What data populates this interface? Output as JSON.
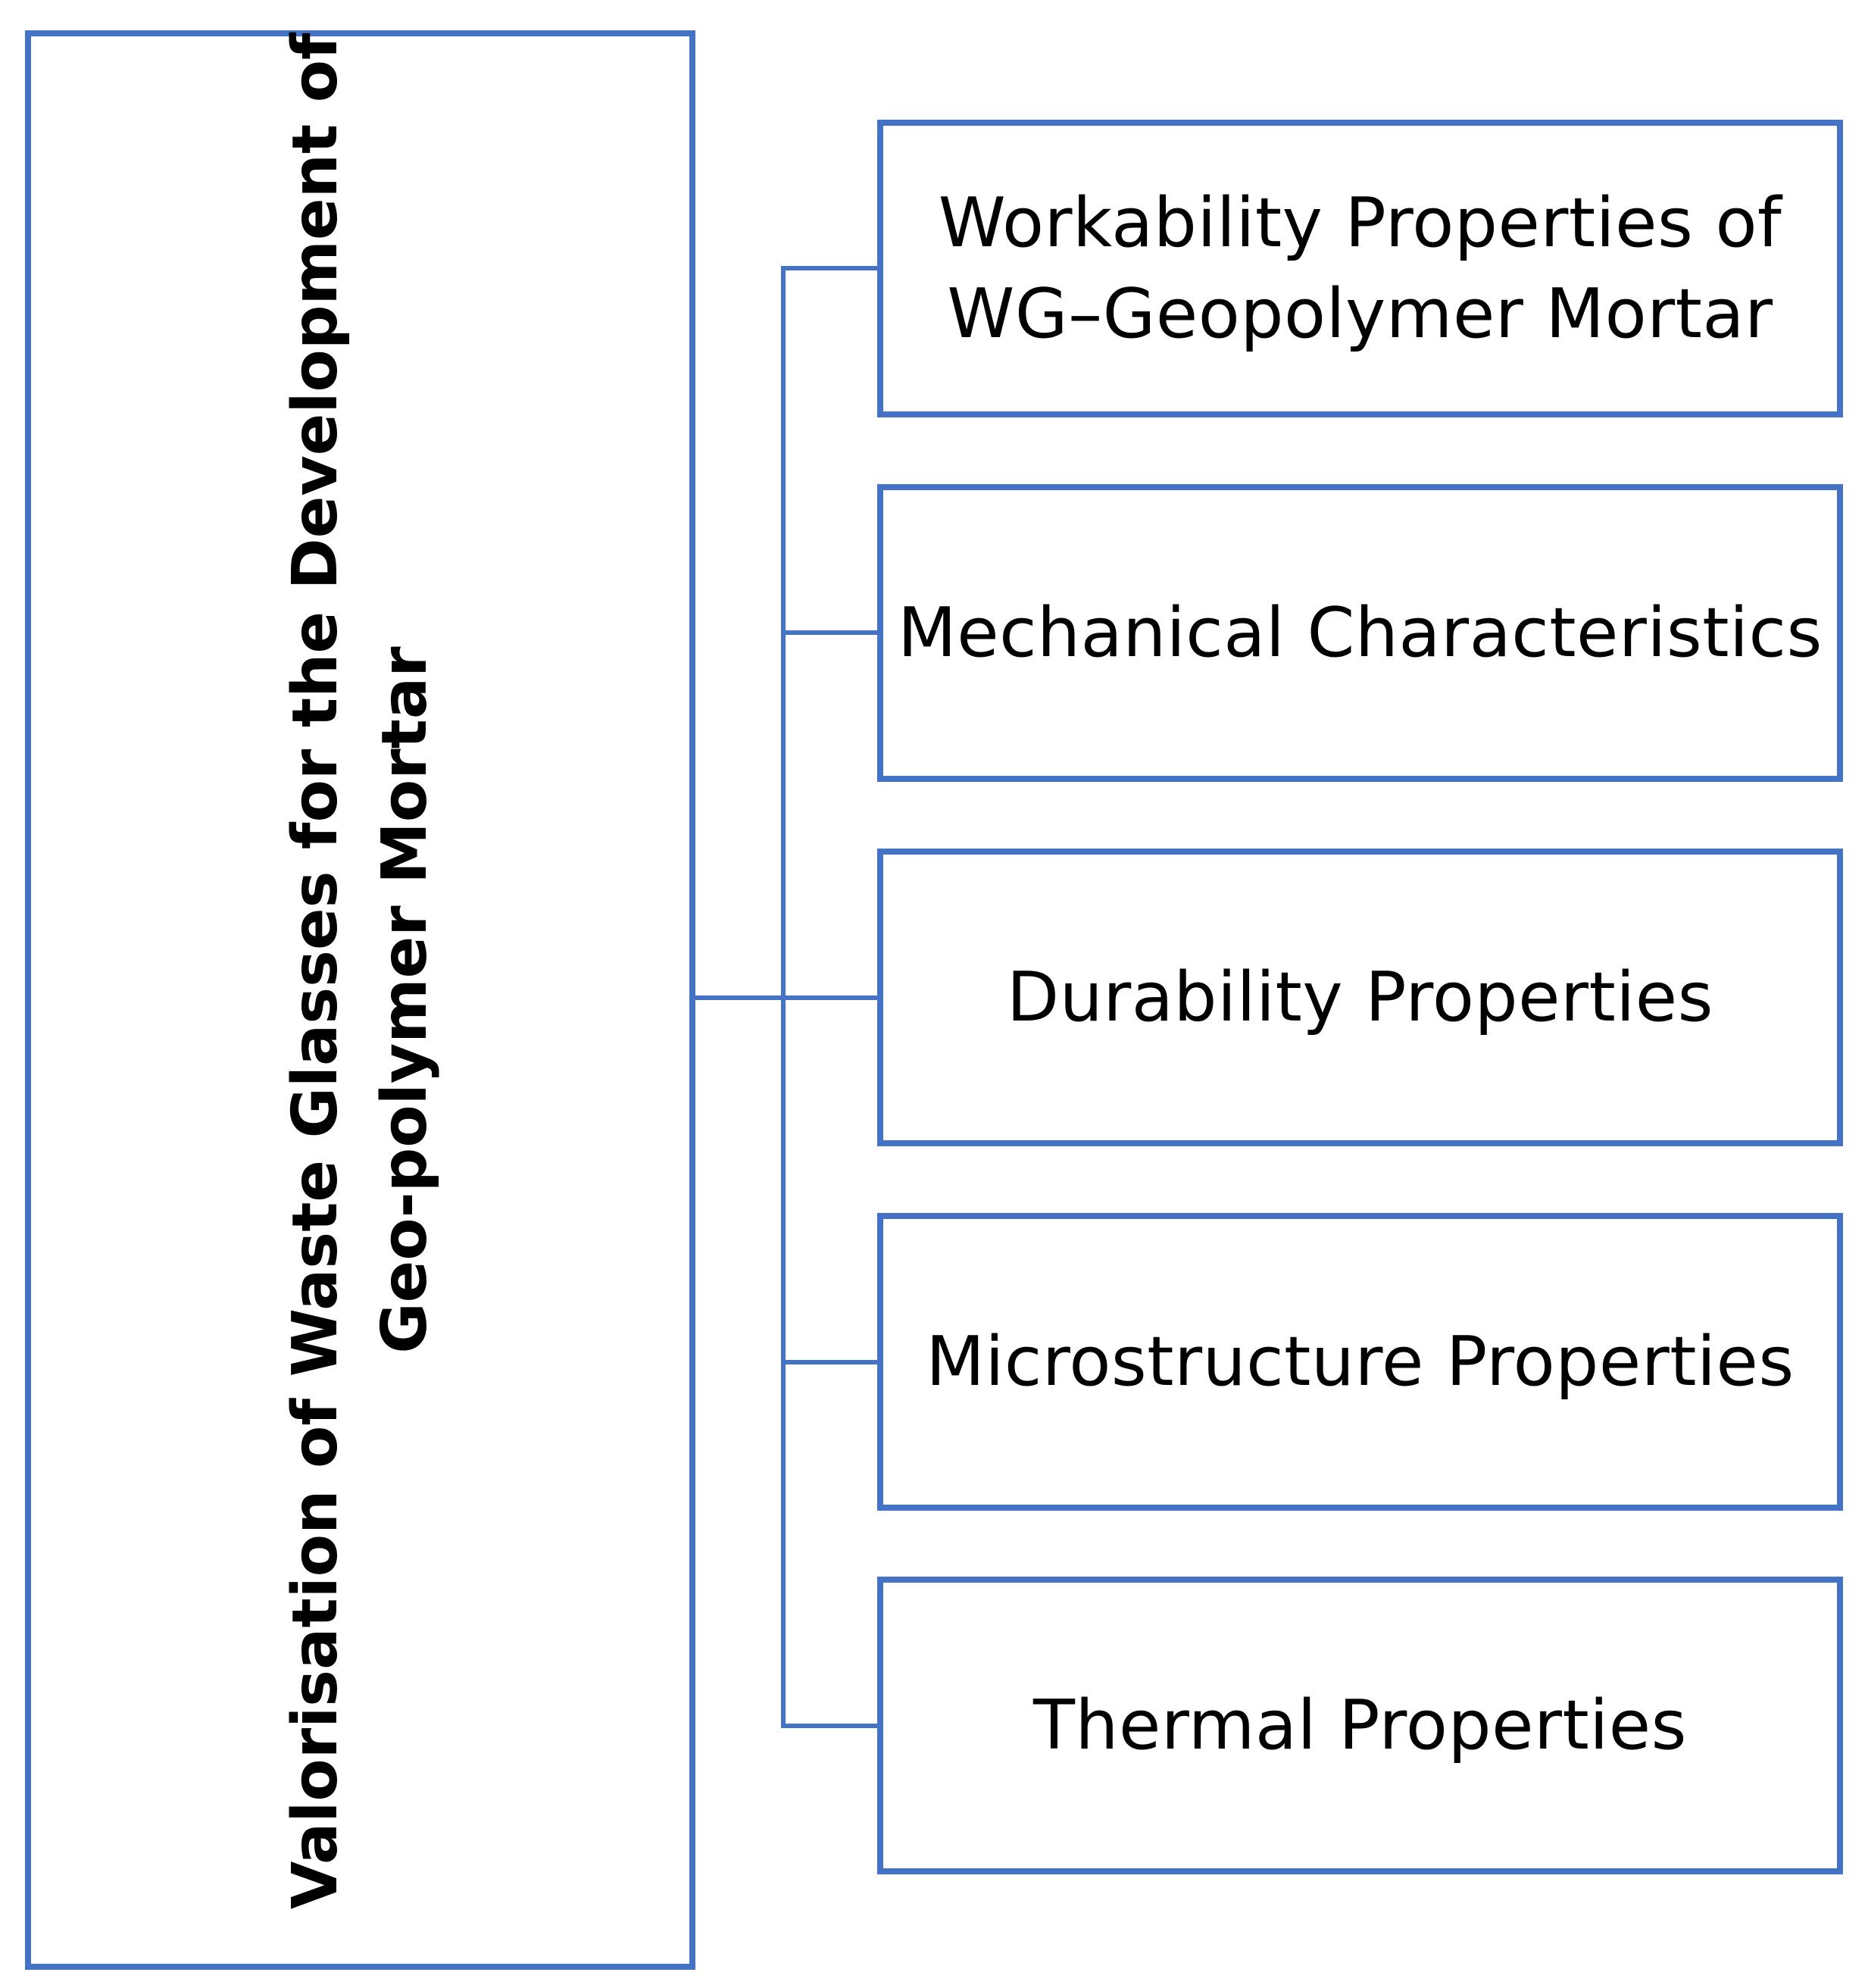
{
  "diagram": {
    "main_node": {
      "title_line1": "Valorisation of Waste Glasses for the Development of",
      "title_line2": "Geo-polymer Mortar"
    },
    "sub_nodes": [
      {
        "label": "Workability  Properties of\nWG–Geopolymer Mortar"
      },
      {
        "label": "Mechanical Characteristics"
      },
      {
        "label": "Durability Properties"
      },
      {
        "label": "Microstructure Properties"
      },
      {
        "label": "Thermal Properties"
      }
    ],
    "colors": {
      "border": "#4472C4",
      "text": "#000000",
      "background": "#ffffff"
    }
  }
}
